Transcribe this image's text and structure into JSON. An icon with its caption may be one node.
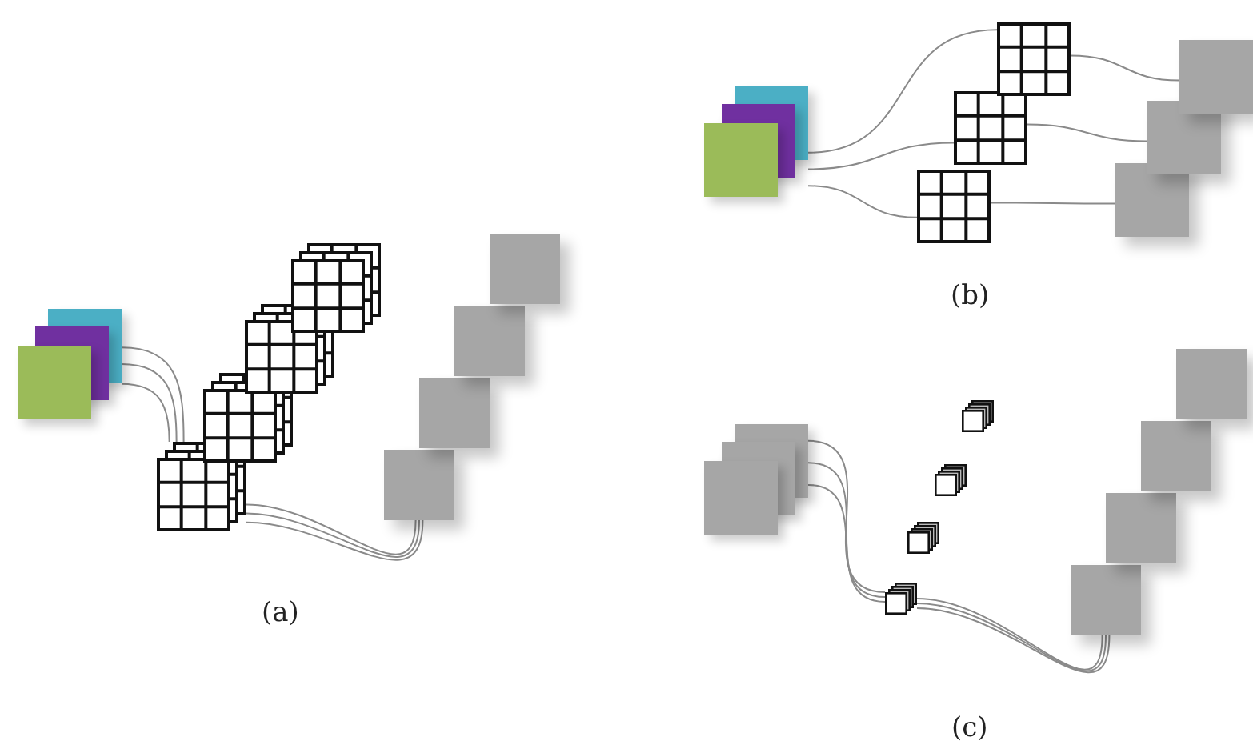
{
  "diagram": {
    "nodes": [
      {
        "text": [],
        "shape": "box"
      },
      {
        "text": [],
        "shape": "grid"
      },
      {
        "text": [],
        "shape": "grid"
      },
      {
        "text": [],
        "shape": "grid"
      },
      {
        "text": [],
        "shape": "grid"
      },
      {
        "text": [],
        "shape": "box"
      },
      {
        "text": [],
        "shape": "box"
      },
      {
        "text": [],
        "shape": "box"
      },
      {
        "text": [],
        "shape": "box"
      },
      {
        "text": [],
        "shape": "box"
      },
      {
        "text": [],
        "shape": "grid"
      },
      {
        "text": [],
        "shape": "grid"
      },
      {
        "text": [],
        "shape": "grid"
      },
      {
        "text": [],
        "shape": "box"
      },
      {
        "text": [],
        "shape": "box"
      },
      {
        "text": [],
        "shape": "box"
      },
      {
        "text": [],
        "shape": "box"
      },
      {
        "text": [],
        "shape": "grid"
      },
      {
        "text": [],
        "shape": "grid"
      },
      {
        "text": [],
        "shape": "grid"
      },
      {
        "text": [],
        "shape": "grid"
      },
      {
        "text": [],
        "shape": "box"
      },
      {
        "text": [],
        "shape": "box"
      },
      {
        "text": [],
        "shape": "box"
      },
      {
        "text": [],
        "shape": "box"
      }
    ],
    "edges": [
      {
        "from": 0,
        "to": 1,
        "arrow": "none"
      },
      {
        "from": 0,
        "to": 1,
        "arrow": "none"
      },
      {
        "from": 0,
        "to": 1,
        "arrow": "none"
      },
      {
        "from": 1,
        "to": 5,
        "arrow": "none"
      },
      {
        "from": 1,
        "to": 5,
        "arrow": "none"
      },
      {
        "from": 1,
        "to": 5,
        "arrow": "none"
      },
      {
        "from": 9,
        "to": 12,
        "arrow": "none"
      },
      {
        "from": 9,
        "to": 11,
        "arrow": "none"
      },
      {
        "from": 9,
        "to": 10,
        "arrow": "none"
      },
      {
        "from": 10,
        "to": 13,
        "arrow": "none"
      },
      {
        "from": 11,
        "to": 14,
        "arrow": "none"
      },
      {
        "from": 12,
        "to": 15,
        "arrow": "none"
      },
      {
        "from": 16,
        "to": 17,
        "arrow": "none"
      },
      {
        "from": 16,
        "to": 17,
        "arrow": "none"
      },
      {
        "from": 16,
        "to": 17,
        "arrow": "none"
      },
      {
        "from": 17,
        "to": 21,
        "arrow": "none"
      },
      {
        "from": 17,
        "to": 21,
        "arrow": "none"
      },
      {
        "from": 17,
        "to": 21,
        "arrow": "none"
      }
    ],
    "labels": [
      "(b)",
      "(a)",
      "(c)"
    ]
  }
}
